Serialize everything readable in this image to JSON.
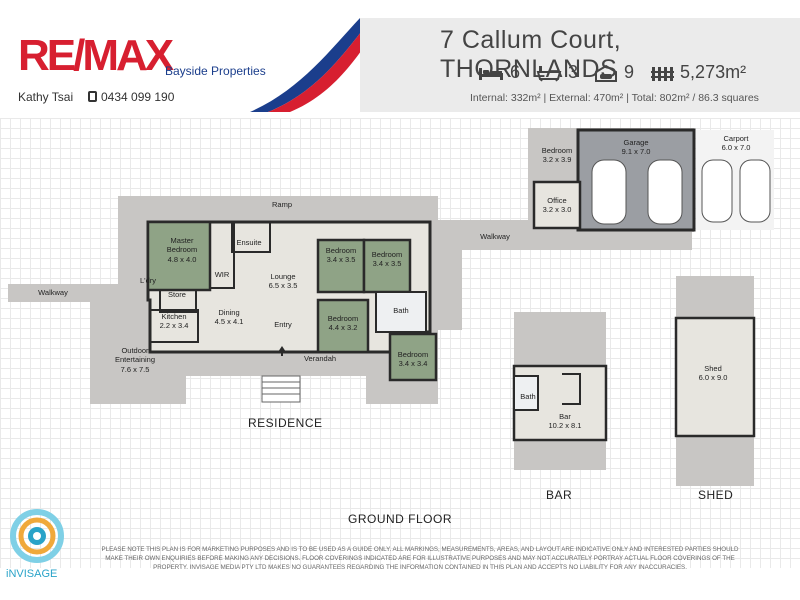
{
  "branding": {
    "logo_text": "RE/MAX",
    "office": "Bayside Properties",
    "agent_name": "Kathy Tsai",
    "agent_phone": "0434 099 190",
    "floorplan_brand": "iNVISAGE"
  },
  "property": {
    "address": "7 Callum Court, THORNLANDS",
    "bedrooms": "6",
    "bathrooms": "3",
    "car_spaces": "9",
    "land_size": "5,273m²",
    "areas": "Internal: 332m²  |  External: 470m²  |  Total:  802m² / 86.3 squares"
  },
  "plan": {
    "floor_title": "GROUND FLOOR",
    "sections": {
      "residence": "RESIDENCE",
      "bar": "BAR",
      "shed": "SHED"
    },
    "rooms": {
      "master_bedroom": {
        "name": "Master\nBedroom",
        "size": "4.8 x 4.0"
      },
      "ensuite": {
        "name": "Ensuite"
      },
      "wir": {
        "name": "WIR"
      },
      "laundry": {
        "name": "L'dry"
      },
      "store": {
        "name": "Store"
      },
      "kitchen": {
        "name": "Kitchen",
        "size": "2.2 x 3.4"
      },
      "dining": {
        "name": "Dining",
        "size": "4.5 x 4.1"
      },
      "lounge": {
        "name": "Lounge",
        "size": "6.5 x 3.5"
      },
      "entry": {
        "name": "Entry"
      },
      "bedroom_a": {
        "name": "Bedroom",
        "size": "3.4 x 3.5"
      },
      "bedroom_b": {
        "name": "Bedroom",
        "size": "3.4 x 3.5"
      },
      "bedroom_c": {
        "name": "Bedroom",
        "size": "4.4 x 3.2"
      },
      "bedroom_d": {
        "name": "Bedroom",
        "size": "3.4 x 3.4"
      },
      "bath_main": {
        "name": "Bath"
      },
      "outdoor": {
        "name": "Outdoor\nEntertaining",
        "size": "7.6 x 7.5"
      },
      "verandah": {
        "name": "Verandah"
      },
      "ramp": {
        "name": "Ramp"
      },
      "walkway_left": {
        "name": "Walkway"
      },
      "walkway_right": {
        "name": "Walkway"
      },
      "bedroom_garage": {
        "name": "Bedroom",
        "size": "3.2 x 3.9"
      },
      "office": {
        "name": "Office",
        "size": "3.2 x 3.0"
      },
      "garage": {
        "name": "Garage",
        "size": "9.1 x 7.0"
      },
      "carport": {
        "name": "Carport",
        "size": "6.0 x 7.0"
      },
      "bar": {
        "name": "Bar",
        "size": "10.2 x 8.1"
      },
      "bar_bath": {
        "name": "Bath"
      },
      "shed": {
        "name": "Shed",
        "size": "6.0 x 9.0"
      }
    }
  },
  "disclaimer": "PLEASE NOTE THIS PLAN IS FOR MARKETING PURPOSES AND IS TO BE USED AS A GUIDE ONLY. ALL MARKINGS, MEASUREMENTS, AREAS, AND LAYOUT ARE INDICATIVE ONLY AND INTERESTED PARTIES SHOULD MAKE THEIR OWN ENQUIRIES BEFORE MAKING ANY DECISIONS. FLOOR COVERINGS INDICATED ARE FOR ILLUSTRATIVE PURPOSES AND MAY NOT ACCURATELY PORTRAY ACTUAL FLOOR COVERINGS OF THE PROPERTY. INVISAGE MEDIA PTY LTD MAKES NO GUARANTEES REGARDING THE INFORMATION CONTAINED IN THIS PLAN AND ACCEPTS NO LIABILITY FOR ANY INACCURACIES.",
  "colors": {
    "brand_red": "#d71f30",
    "brand_blue": "#1b3e8c",
    "bedroom_green": "#8fa386",
    "paving": "#c8c6c4",
    "garage_floor": "#9b9ea3",
    "wall": "#2a2a2a"
  }
}
